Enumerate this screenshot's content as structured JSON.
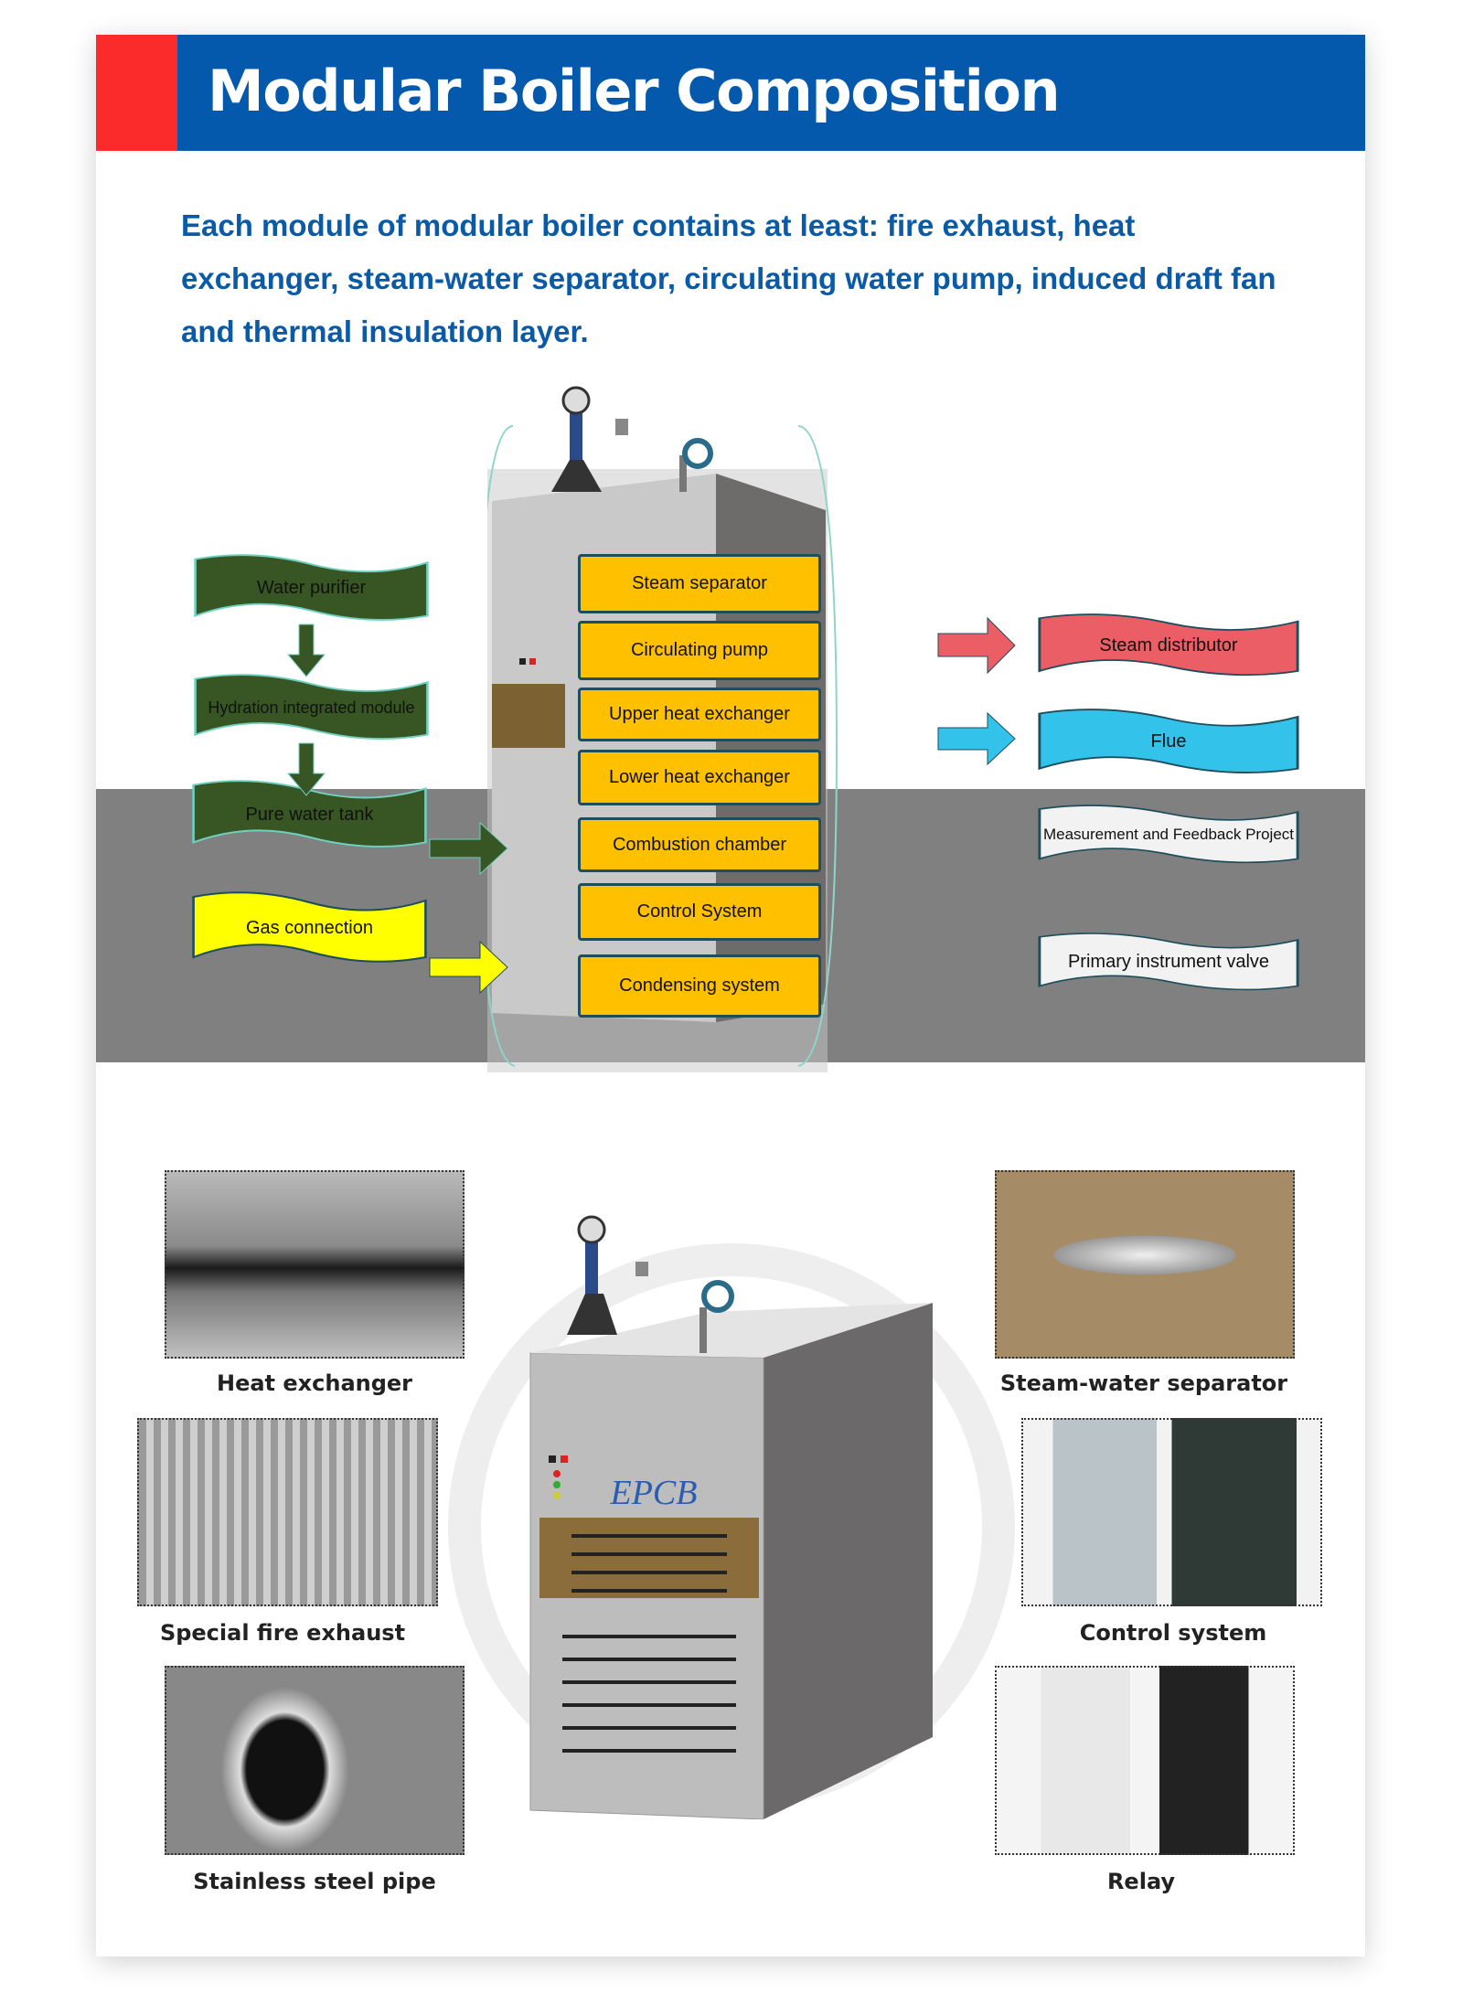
{
  "header": {
    "title": "Modular Boiler Composition"
  },
  "intro": "Each module of modular boiler contains at least: fire exhaust, heat exchanger, steam-water separator, circulating water pump, induced draft fan and thermal insulation layer.",
  "diagram": {
    "components": [
      "Steam separator",
      "Circulating pump",
      "Upper heat exchanger",
      "Lower heat exchanger",
      "Combustion chamber",
      "Control System",
      "Condensing system"
    ],
    "inputs": [
      "Water purifier",
      "Hydration integrated module",
      "Pure water tank",
      "Gas connection"
    ],
    "outputs": [
      "Steam distributor",
      "Flue",
      "Measurement and Feedback Project",
      "Primary instrument valve"
    ]
  },
  "brand": "EPCB",
  "parts": [
    "Heat exchanger",
    "Special fire exhaust",
    "Stainless steel pipe",
    "Steam-water separator",
    "Control system",
    "Relay"
  ],
  "colors": {
    "header_blue": "#0459ad",
    "header_red": "#fc2b2b",
    "component_yellow": "#ffc000",
    "input_green": "#375623",
    "gas_yellow": "#ffff00",
    "steam_red": "#eb5e66",
    "flue_blue": "#33c2ea"
  }
}
